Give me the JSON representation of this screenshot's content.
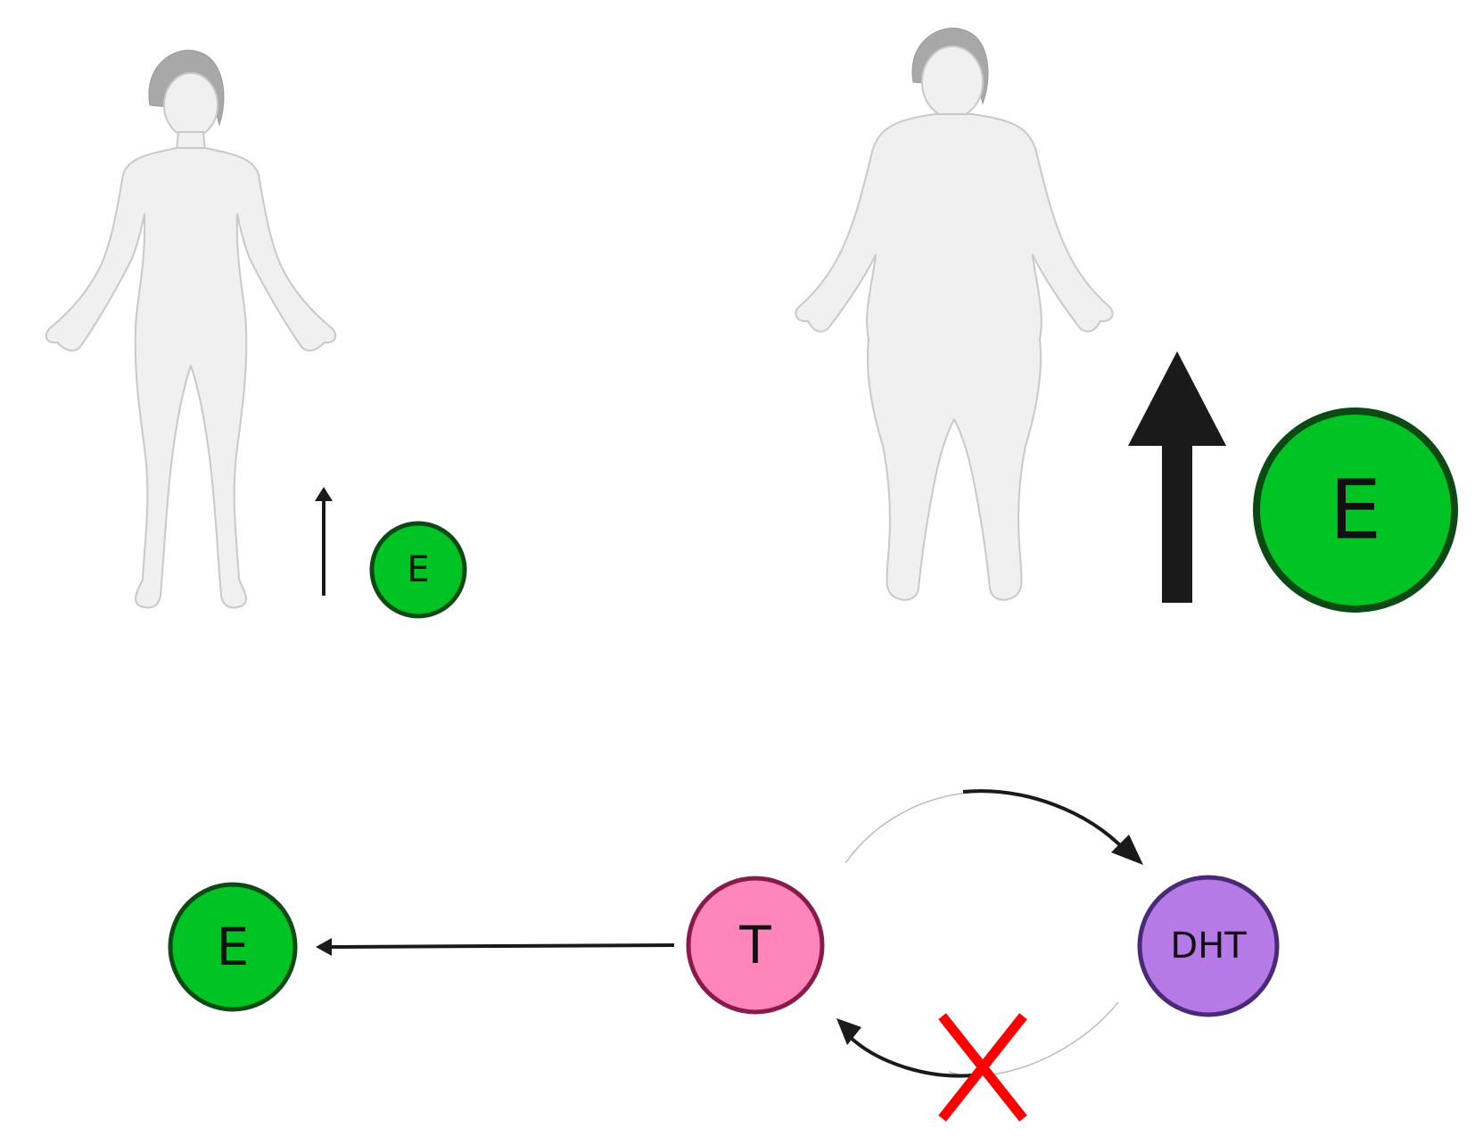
{
  "colors": {
    "estrogen_fill": "#00c424",
    "estrogen_stroke": "#0b4a14",
    "testosterone_fill": "#ff86bb",
    "testosterone_stroke": "#8a1a4a",
    "dht_fill": "#b67ae6",
    "dht_stroke": "#4a2a78",
    "block_mark": "#ff0000",
    "arrow": "#1a1a1a",
    "body": "#f0f0f0",
    "body_outline": "#c9c9c9",
    "hair": "#a8a8a8"
  },
  "figures": [
    {
      "name": "lean-woman",
      "estrogen_label": "E",
      "estrogen_increase": "small"
    },
    {
      "name": "obese-woman",
      "estrogen_label": "E",
      "estrogen_increase": "large"
    }
  ],
  "pathway": {
    "estrogen": {
      "label": "E"
    },
    "testosterone": {
      "label": "T"
    },
    "dht": {
      "label": "DHT"
    },
    "conversions": [
      {
        "from": "T",
        "to": "E",
        "blocked": false
      },
      {
        "from": "T",
        "to": "DHT",
        "blocked": false
      },
      {
        "from": "DHT",
        "to": "T",
        "blocked": true
      }
    ]
  }
}
